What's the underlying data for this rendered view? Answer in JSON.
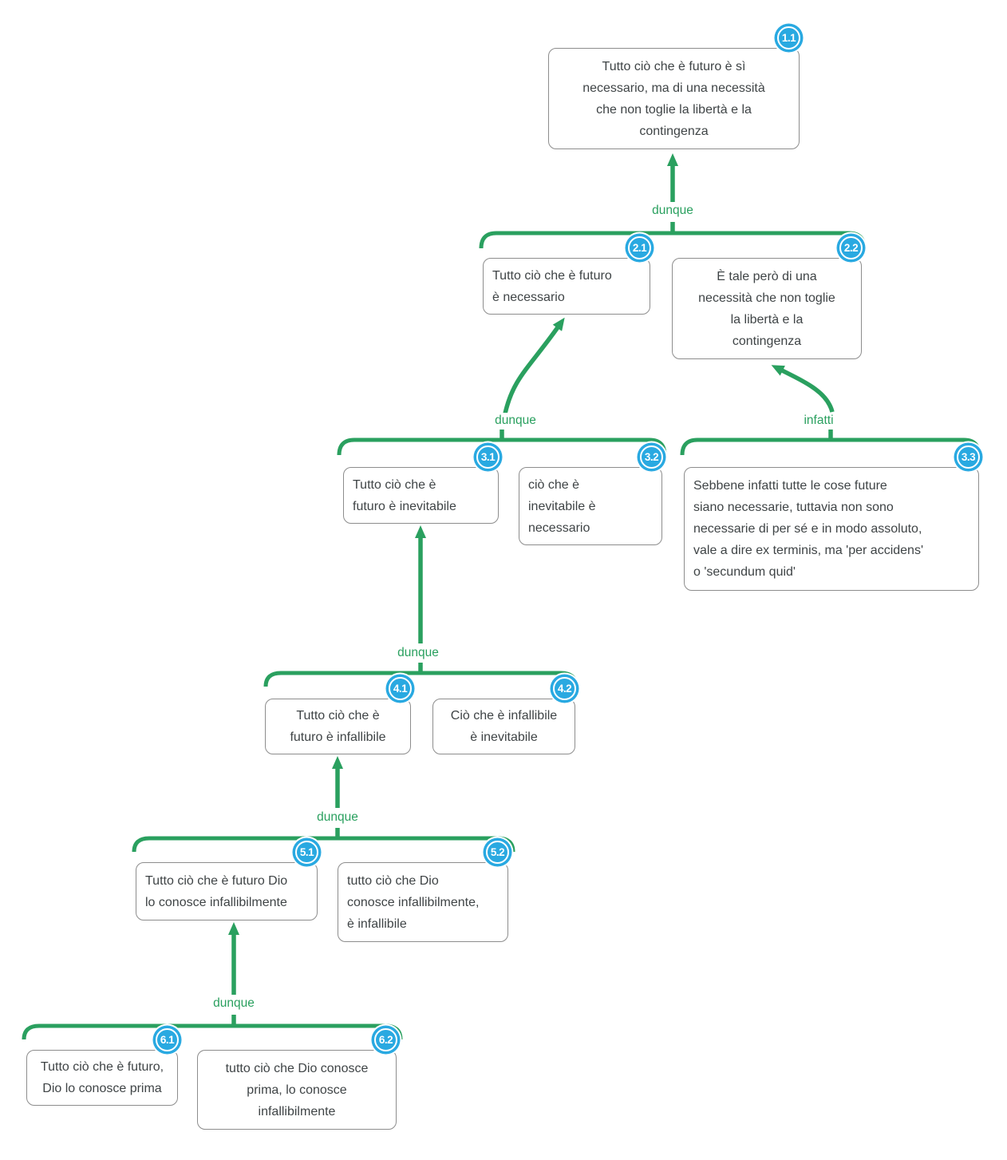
{
  "colors": {
    "accent_green": "#2aa05f",
    "badge_blue": "#29a9e1",
    "box_border": "#8d8d8d",
    "box_text": "#3f4446"
  },
  "nodes": [
    {
      "id": "1.1",
      "text": "Tutto ciò che è futuro è sì\nnecessario, ma di una necessità\nche non toglie la libertà e la\ncontingenza"
    },
    {
      "id": "2.1",
      "text": "Tutto ciò che è futuro\nè necessario"
    },
    {
      "id": "2.2",
      "text": "È tale però di una\nnecessità che non toglie\nla libertà e la\ncontingenza"
    },
    {
      "id": "3.1",
      "text": "Tutto ciò che è\nfuturo è inevitabile"
    },
    {
      "id": "3.2",
      "text": "ciò che è\ninevitabile è\nnecessario"
    },
    {
      "id": "3.3",
      "text": "Sebbene infatti tutte le cose future\nsiano necessarie, tuttavia non sono\nnecessarie di per sé e in modo assoluto,\nvale a dire ex terminis, ma 'per accidens'\no 'secundum quid'"
    },
    {
      "id": "4.1",
      "text": "Tutto ciò che è\nfuturo è infallibile"
    },
    {
      "id": "4.2",
      "text": "Ciò che è infallibile\nè inevitabile"
    },
    {
      "id": "5.1",
      "text": "Tutto ciò che è futuro Dio\nlo conosce infallibilmente"
    },
    {
      "id": "5.2",
      "text": "tutto ciò che Dio\nconosce infallibilmente,\nè infallibile"
    },
    {
      "id": "6.1",
      "text": "Tutto ciò che è futuro,\nDio lo conosce prima"
    },
    {
      "id": "6.2",
      "text": "tutto ciò che Dio conosce\nprima, lo conosce\ninfallibilmente"
    }
  ],
  "connector_labels": [
    {
      "text": "dunque"
    },
    {
      "text": "dunque"
    },
    {
      "text": "infatti"
    },
    {
      "text": "dunque"
    },
    {
      "text": "dunque"
    },
    {
      "text": "dunque"
    }
  ]
}
